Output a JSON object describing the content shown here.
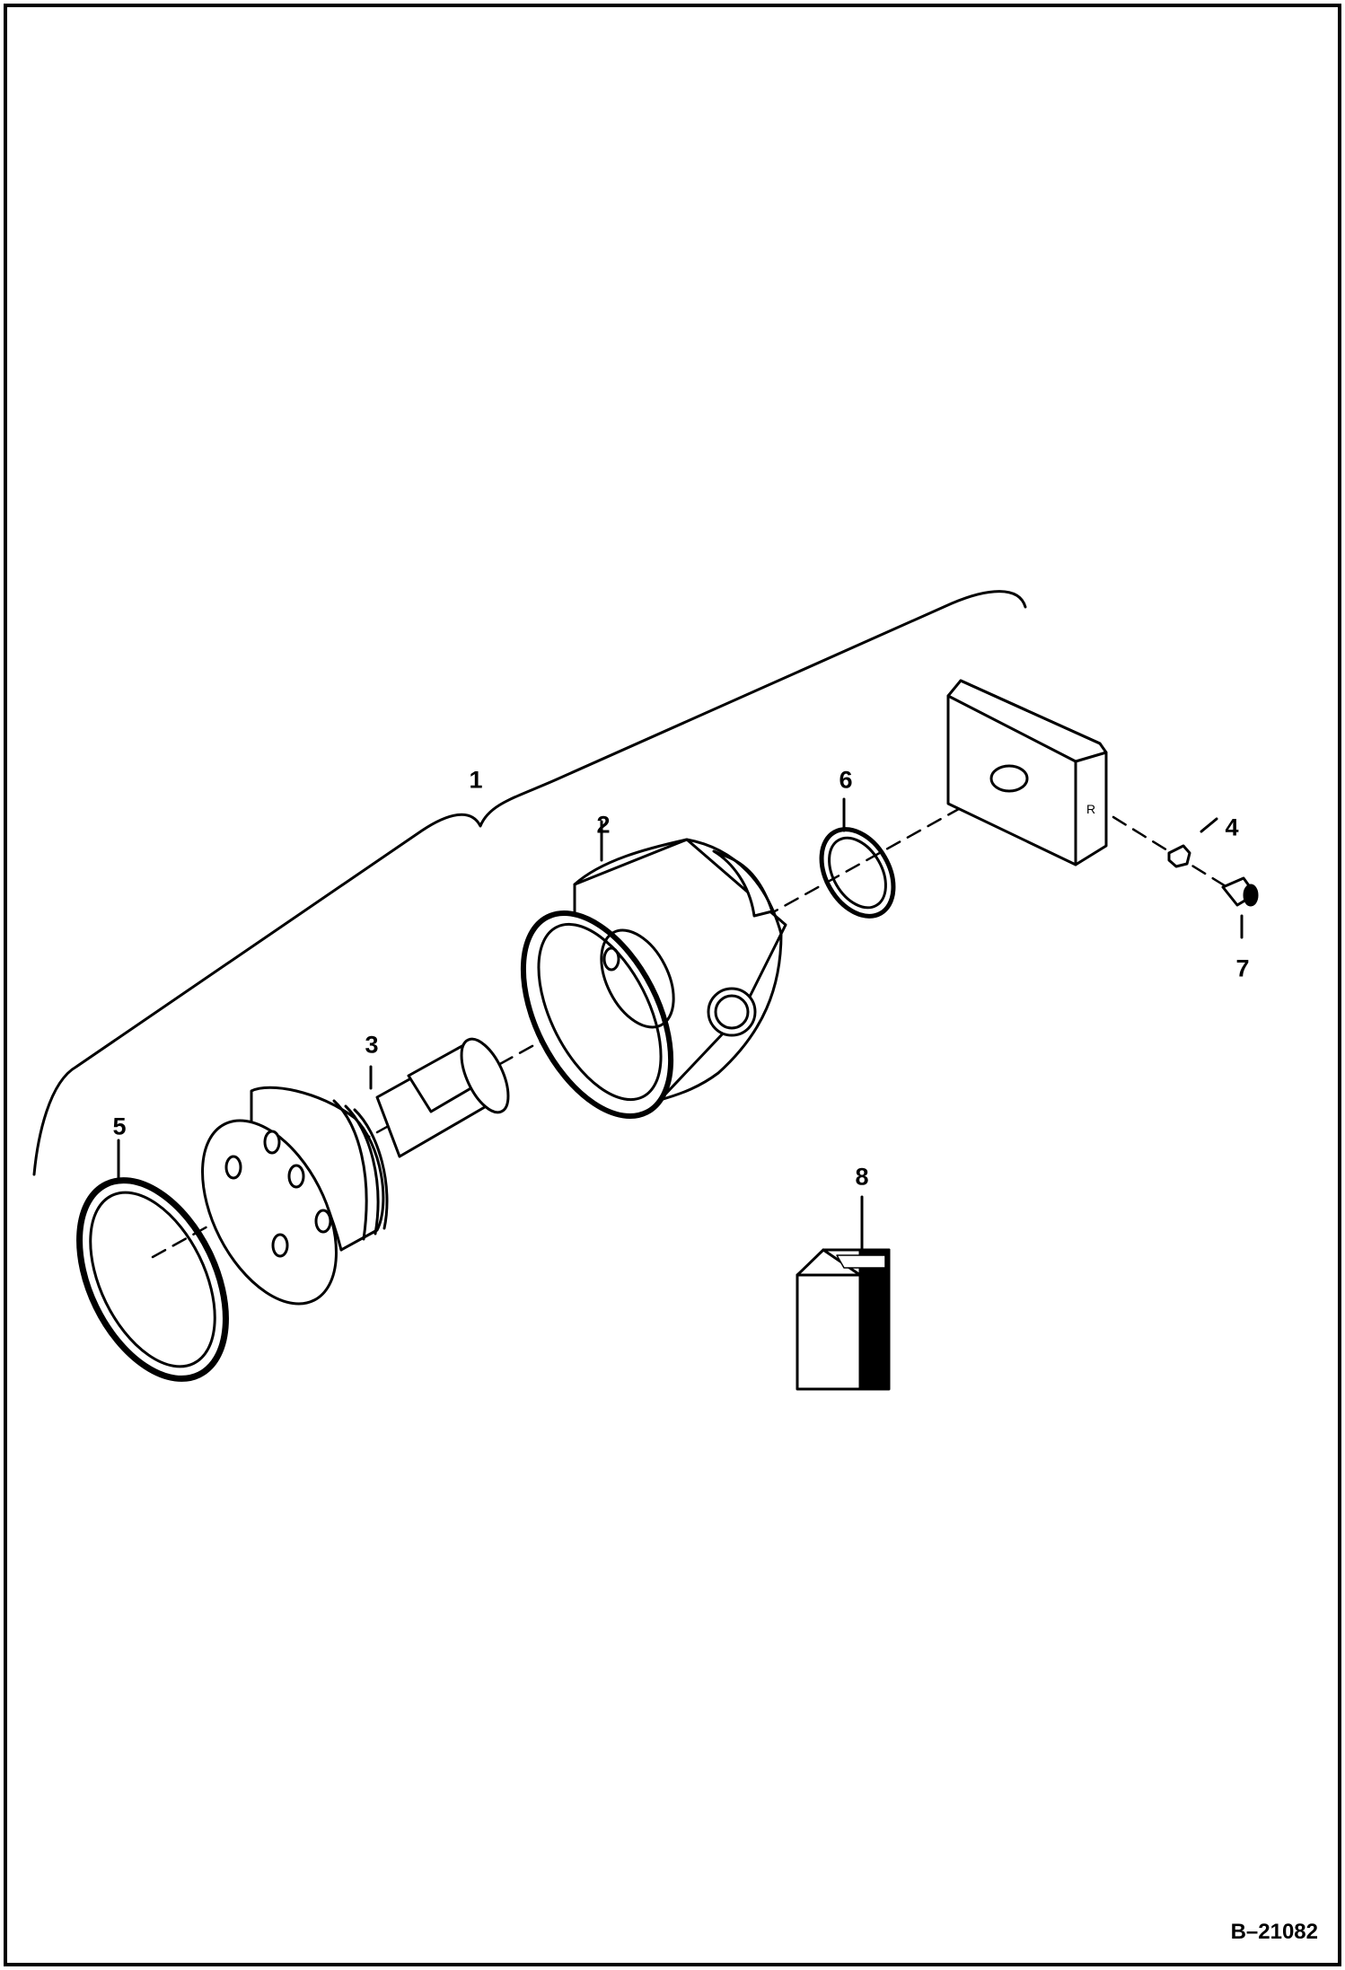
{
  "callouts": {
    "c1": "1",
    "c2": "2",
    "c3": "3",
    "c4": "4",
    "c5": "5",
    "c6": "6",
    "c7": "7",
    "c8": "8"
  },
  "drawing_number": "B–21082",
  "colors": {
    "line": "#000000",
    "background": "#ffffff"
  }
}
